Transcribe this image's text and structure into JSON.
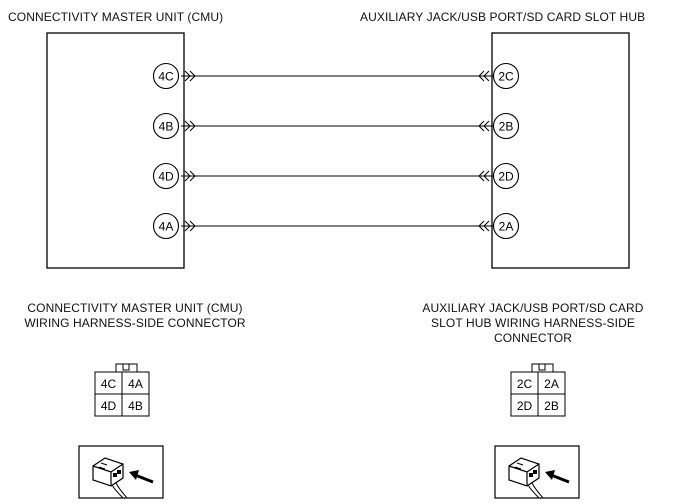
{
  "titles": {
    "left_unit": "CONNECTIVITY MASTER UNIT (CMU)",
    "right_unit": "AUXILIARY JACK/USB PORT/SD CARD SLOT HUB"
  },
  "connections": [
    {
      "left_pin": "4C",
      "right_pin": "2C"
    },
    {
      "left_pin": "4B",
      "right_pin": "2B"
    },
    {
      "left_pin": "4D",
      "right_pin": "2D"
    },
    {
      "left_pin": "4A",
      "right_pin": "2A"
    }
  ],
  "connector_left": {
    "caption_line1": "CONNECTIVITY MASTER UNIT (CMU)",
    "caption_line2": "WIRING HARNESS-SIDE CONNECTOR",
    "pins": [
      "4C",
      "4A",
      "4D",
      "4B"
    ]
  },
  "connector_right": {
    "caption_line1": "AUXILIARY JACK/USB PORT/SD CARD",
    "caption_line2": "SLOT HUB WIRING HARNESS-SIDE",
    "caption_line3": "CONNECTOR",
    "pins": [
      "2C",
      "2A",
      "2D",
      "2B"
    ]
  },
  "icons": [
    "harness-side-connector-icon",
    "harness-side-connector-icon"
  ]
}
